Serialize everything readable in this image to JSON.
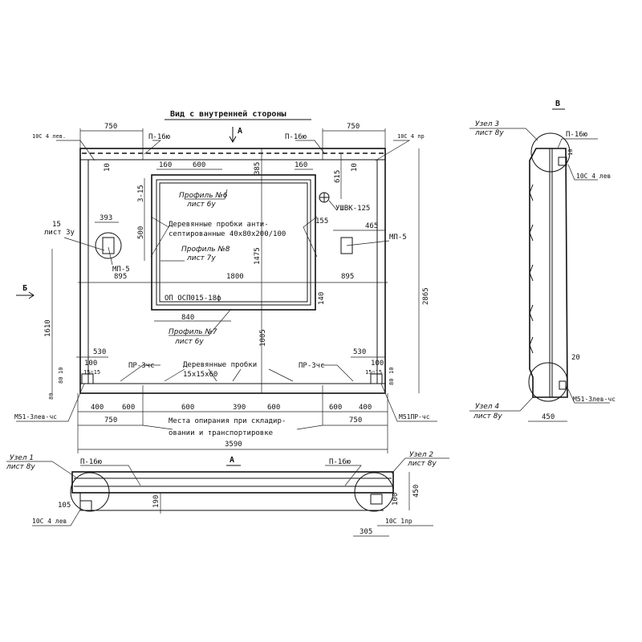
{
  "title": "Вид с внутренней стороны",
  "section_marks": {
    "a_top": "А",
    "a_bottom": "А",
    "b": "Б",
    "v": "В"
  },
  "labels": {
    "c10_4_left": "10С 4 лев.",
    "c10_4_right": "10С 4 пр",
    "p16_left": "П-16ю",
    "p16_right": "П-16ю",
    "profile6": "Профиль №6",
    "sheet6a": "лист 6у",
    "profile8": "Профиль №8",
    "sheet7": "лист 7у",
    "profile7": "Профиль №7",
    "sheet6b": "лист 6у",
    "ushvk": "УШВК-125",
    "node15": "15",
    "sheet3": "лист 3у",
    "wood_plugs_1": "Деревянные пробки анти-",
    "wood_plugs_2": "септированные  40х80х200/100",
    "mp5_left": "МП-5",
    "mp5_right": "МП-5",
    "op": "ОП  ОСП015-18ф",
    "pr3_left": "ПР-3чс",
    "pr3_right": "ПР-3чс",
    "wood_plugs_b1": "Деревянные пробки",
    "wood_plugs_b2": "15х15х60",
    "m51_left": "М51-3лев-чс",
    "m51_right": "М51ПР-чс",
    "support_1": "Места опирания при складир-",
    "support_2": "овании и транспортировке",
    "node1": "Узел 1",
    "node1_sheet": "лист 8у",
    "node2": "Узел 2",
    "node2_sheet": "лист 8у",
    "node3": "Узел 3",
    "node3_sheet": "лист 8у",
    "node4": "Узел 4",
    "node4_sheet": "лист 8у",
    "bottom_p16_left": "П-16ю",
    "bottom_p16_right": "П-16ю",
    "bottom_c10_left": "10С 4 лев",
    "bottom_c10_right": "10С 1пр",
    "side_p16": "П-16ю",
    "side_c10": "10С 4 лев",
    "side_m51": "М51-3лев-чс",
    "mark_15_15_left": "15▯15",
    "mark_15_15_right": "15▯15"
  },
  "dims": {
    "top750l": "750",
    "top750r": "750",
    "d10l": "10",
    "d10r": "10",
    "d160a": "160",
    "d600a": "600",
    "d160b": "160",
    "d385": "385",
    "d615": "615",
    "d345": "3-15",
    "d500": "500",
    "d393": "393",
    "d155": "155",
    "d465": "465",
    "d1475": "1475",
    "d895l": "895",
    "d1800": "1800",
    "d895r": "895",
    "d140": "140",
    "d840": "840",
    "d1610": "1610",
    "d1005": "1005",
    "d2865": "2865",
    "d530l": "530",
    "d530r": "530",
    "d100l": "100",
    "d100r": "100",
    "d80l": "80",
    "d10bl": "10",
    "d80r": "80",
    "d10br": "10",
    "d80b": "80",
    "b400l": "400",
    "b600a": "600",
    "b600b": "600",
    "b390": "390",
    "b600c": "600",
    "b600d": "600",
    "b400r": "400",
    "b750l": "750",
    "b750r": "750",
    "total": "3590",
    "v450": "450",
    "v100": "100",
    "v190": "190",
    "v105": "105",
    "v305": "305",
    "s20": "20",
    "s450": "450",
    "s10": "10"
  }
}
